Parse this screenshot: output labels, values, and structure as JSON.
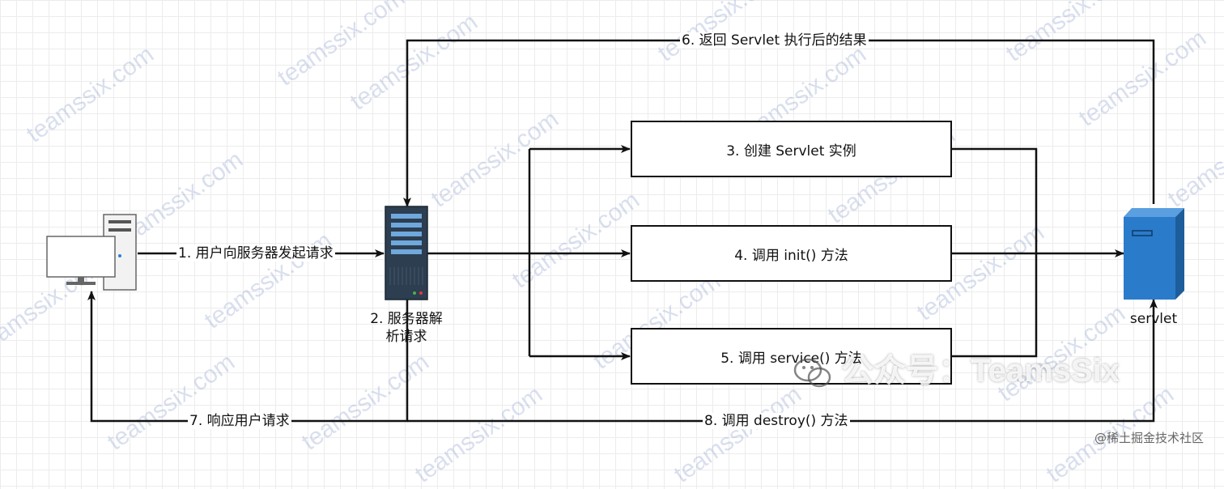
{
  "steps": {
    "s1": "1. 用户向服务器发起请求",
    "s2": "2. 服务器解\n析请求",
    "s3": "3. 创建 Servlet 实例",
    "s4": "4. 调用 init() 方法",
    "s5": "5. 调用 service() 方法",
    "s6": "6. 返回 Servlet 执行后的结果",
    "s7": "7. 响应用户请求",
    "s8": "8. 调用 destroy() 方法"
  },
  "nodes": {
    "servlet_label": "servlet"
  },
  "watermarks": {
    "text": "teamssix.com",
    "wechat": "公众号：TeamsSix",
    "site": "@稀土掘金技术社区"
  },
  "icons": {
    "client": "desktop-computer-icon",
    "server": "server-rack-icon",
    "servlet": "servlet-server-icon"
  }
}
